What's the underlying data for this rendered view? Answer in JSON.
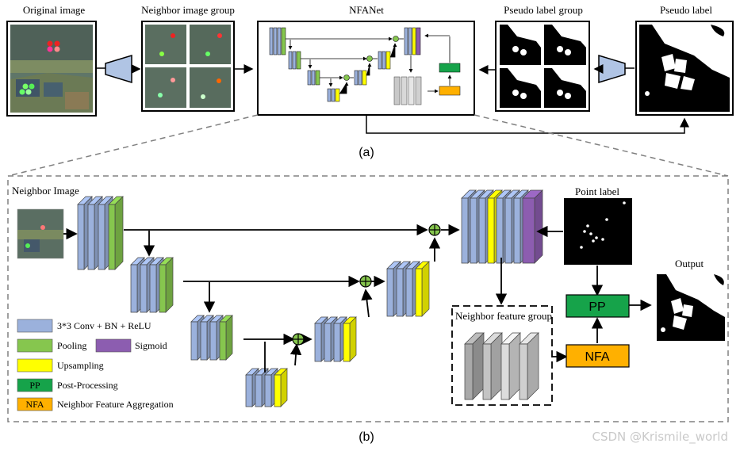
{
  "top": {
    "original_image": "Original image",
    "neighbor_image_group": "Neighbor image group",
    "nfanet": "NFANet",
    "pseudo_label_group": "Pseudo label group",
    "pseudo_label": "Pseudo label",
    "caption": "(a)"
  },
  "bottom": {
    "neighbor_image": "Neighbor Image",
    "point_label": "Point label",
    "output": "Output",
    "neighbor_feature_group": "Neighbor feature group",
    "pp": "PP",
    "nfa": "NFA",
    "caption": "(b)"
  },
  "legend": [
    {
      "key": "conv",
      "text": "3*3 Conv + BN + ReLU",
      "color": "#9bb1dc"
    },
    {
      "key": "pool",
      "text": "Pooling",
      "color": "#86c64e"
    },
    {
      "key": "sigmoid",
      "text": "Sigmoid",
      "color": "#8c5db0"
    },
    {
      "key": "upsampling",
      "text": "Upsampling",
      "color": "#ffff00"
    },
    {
      "key": "pp",
      "badge": "PP",
      "text": "Post-Processing",
      "color": "#16a34a"
    },
    {
      "key": "nfa",
      "badge": "NFA",
      "text": "Neighbor Feature Aggregation",
      "color": "#ffb000"
    }
  ],
  "watermark": "CSDN @Krismile_world",
  "colors": {
    "conv": "#9bb1dc",
    "pool": "#86c64e",
    "sigmoid": "#8c5db0",
    "upsampling": "#ffff00",
    "pp": "#16a34a",
    "nfa": "#ffb000",
    "feature": "#bfbfbf"
  }
}
